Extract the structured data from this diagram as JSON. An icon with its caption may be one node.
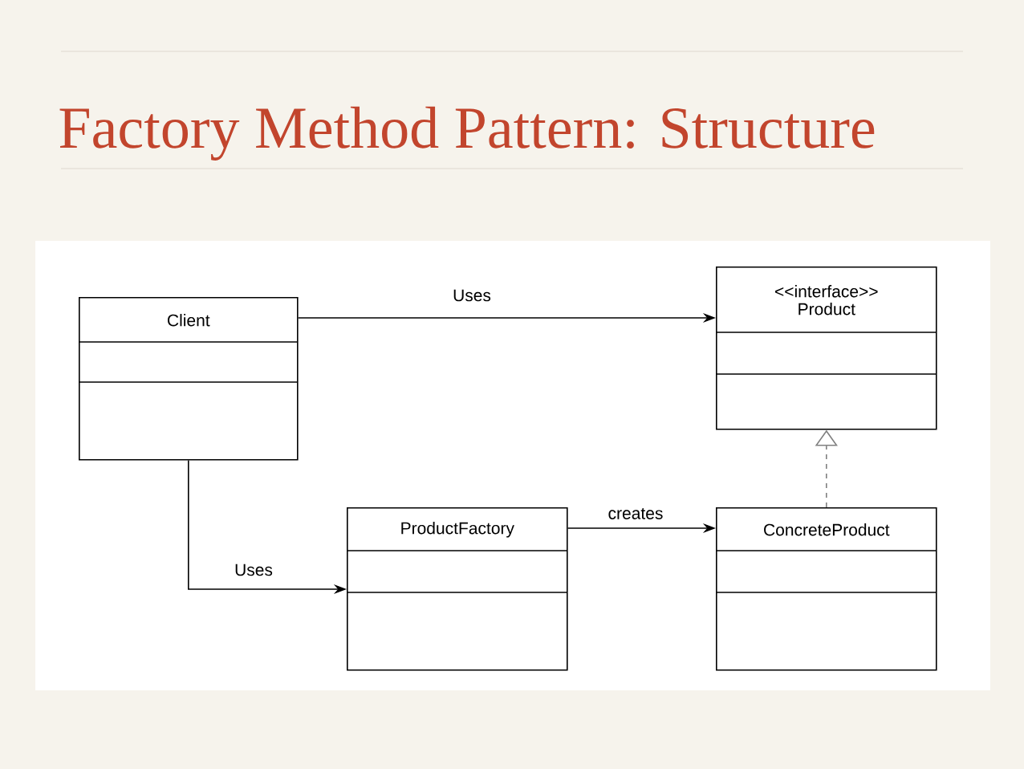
{
  "diagram": {
    "title": "Factory Method Pattern: Structure",
    "nodes": [
      {
        "text": [
          "Client"
        ]
      },
      {
        "text": [
          "<<interface>>",
          "Product"
        ]
      },
      {
        "text": [
          "ProductFactory"
        ]
      },
      {
        "text": [
          "ConcreteProduct"
        ]
      }
    ],
    "edges": [
      {
        "from": 0,
        "to": 1,
        "arrow": "to",
        "label": "Uses"
      },
      {
        "from": 0,
        "to": 2,
        "arrow": "to",
        "label": "Uses"
      },
      {
        "from": 2,
        "to": 3,
        "arrow": "to",
        "label": "creates"
      },
      {
        "from": 3,
        "to": 1,
        "arrow": "to",
        "style": "dashed",
        "color": "#808080"
      }
    ]
  }
}
